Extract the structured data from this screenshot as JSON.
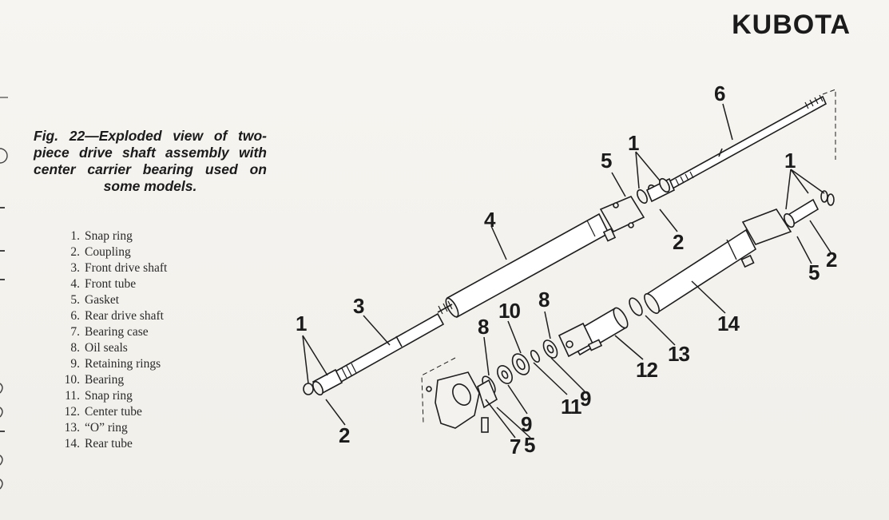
{
  "brand": "KUBOTA",
  "caption": "Fig. 22—Exploded view of two- piece drive shaft assembly with center carrier bearing used on some models.",
  "legend": [
    {
      "num": "1.",
      "label": "Snap ring"
    },
    {
      "num": "2.",
      "label": "Coupling"
    },
    {
      "num": "3.",
      "label": "Front drive shaft"
    },
    {
      "num": "4.",
      "label": "Front tube"
    },
    {
      "num": "5.",
      "label": "Gasket"
    },
    {
      "num": "6.",
      "label": "Rear drive shaft"
    },
    {
      "num": "7.",
      "label": "Bearing case"
    },
    {
      "num": "8.",
      "label": "Oil seals"
    },
    {
      "num": "9.",
      "label": "Retaining rings"
    },
    {
      "num": "10.",
      "label": "Bearing"
    },
    {
      "num": "11.",
      "label": "Snap ring"
    },
    {
      "num": "12.",
      "label": "Center tube"
    },
    {
      "num": "13.",
      "label": "“O” ring"
    },
    {
      "num": "14.",
      "label": "Rear tube"
    }
  ],
  "callouts": {
    "c1_left": "1",
    "c2_left": "2",
    "c3": "3",
    "c4": "4",
    "c5_upper": "5",
    "c1_upper": "1",
    "c6": "6",
    "c2_upper": "2",
    "c1_right": "1",
    "c2_right": "2",
    "c5_right": "5",
    "c14": "14",
    "c13": "13",
    "c12": "12",
    "c8_left": "8",
    "c10": "10",
    "c8_right": "8",
    "c9_lower": "9",
    "c11": "11",
    "c9_right": "9",
    "c7": "7",
    "c5_lower": "5"
  }
}
